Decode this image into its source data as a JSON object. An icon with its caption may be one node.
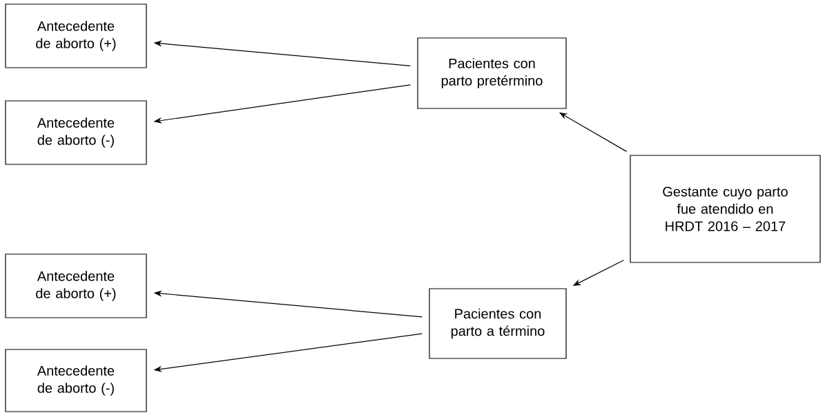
{
  "diagram": {
    "nodes": [
      {
        "text": [
          "Antecedente de aborto (+)"
        ]
      },
      {
        "text": [
          "Antecedente de aborto (-)"
        ]
      },
      {
        "text": [
          "Antecedente de aborto (+)"
        ]
      },
      {
        "text": [
          "Antecedente de aborto (-)"
        ]
      },
      {
        "text": [
          "Pacientes con parto pretérmino"
        ]
      },
      {
        "text": [
          "Pacientes con parto a término"
        ]
      },
      {
        "text": [
          "Gestante cuyo parto fue atendido en HRDT 2016 – 2017"
        ]
      }
    ],
    "edges": [
      {
        "from": 4,
        "to": 0,
        "arrow": "to"
      },
      {
        "from": 4,
        "to": 1,
        "arrow": "to"
      },
      {
        "from": 6,
        "to": 4,
        "arrow": "to"
      },
      {
        "from": 6,
        "to": 5,
        "arrow": "to"
      },
      {
        "from": 5,
        "to": 2,
        "arrow": "to"
      },
      {
        "from": 5,
        "to": 3,
        "arrow": "to"
      }
    ]
  }
}
